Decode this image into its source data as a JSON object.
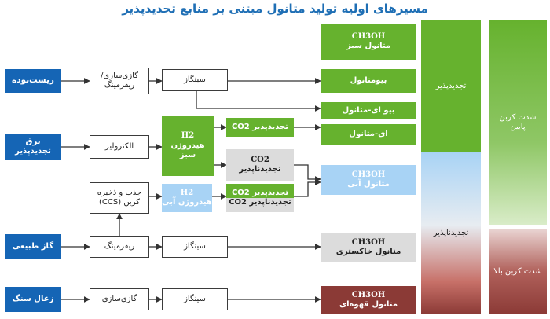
{
  "title": "مسیرهای اولیه تولید متانول مبتنی بر منابع تجدیدپذیر",
  "sources": {
    "biomass": "زیست‌توده",
    "electricity": "برق\nتجدیدپذیر",
    "natural_gas": "گاز طبیعی",
    "coal": "زغال سنگ"
  },
  "processes": {
    "gasification_reforming": "گازی‌سازی/\nریفرمینگ",
    "syngas_top": "سینگاز",
    "electrolysis": "الکترولیز",
    "ccs": "جذب و ذخیره\nکربن (CCS)",
    "reforming": "ریفرمینگ",
    "syngas_mid": "سینگاز",
    "gasification": "گازی‌سازی",
    "syngas_bottom": "سینگاز"
  },
  "intermediates": {
    "green_h2_formula": "H2",
    "green_h2_label": "هیدروژن\nسبز",
    "renewable_co2": "تجدیدپذیر CO2",
    "nonrenewable_co2_formula": "CO2",
    "nonrenewable_co2_label": "تجدیدناپذیر",
    "blue_h2_formula": "H2",
    "blue_h2_label": "هیدروژن آبی",
    "mixed_co2_line1": "تجدیدپذیر CO2",
    "mixed_co2_line2": "تجدیدناپذیر CO2"
  },
  "products": {
    "green_methanol_formula": "CH3OH",
    "green_methanol_label": "متانول سبز",
    "biomethanol": "بیومتانول",
    "bio_e_methanol": "بیو ای-متانول",
    "e_methanol": "ای-متانول",
    "blue_methanol_formula": "CH3OH",
    "blue_methanol_label": "متانول آبی",
    "grey_methanol_formula": "CH3OH",
    "grey_methanol_label": "متانول خاکستری",
    "brown_methanol_formula": "CH3OH",
    "brown_methanol_label": "متانول قهوه‌ای"
  },
  "categories": {
    "renewable": "تجدیدپذیر",
    "nonrenewable": "تجدیدناپذیر"
  },
  "intensity": {
    "low": "شدت کربن\nپایین",
    "high": "شدت کربن بالا"
  },
  "colors": {
    "source": "#1565b5",
    "green": "#66b22e",
    "grey": "#dcdcdc",
    "blue": "#a8d3f5",
    "brown": "#8b3a36"
  }
}
